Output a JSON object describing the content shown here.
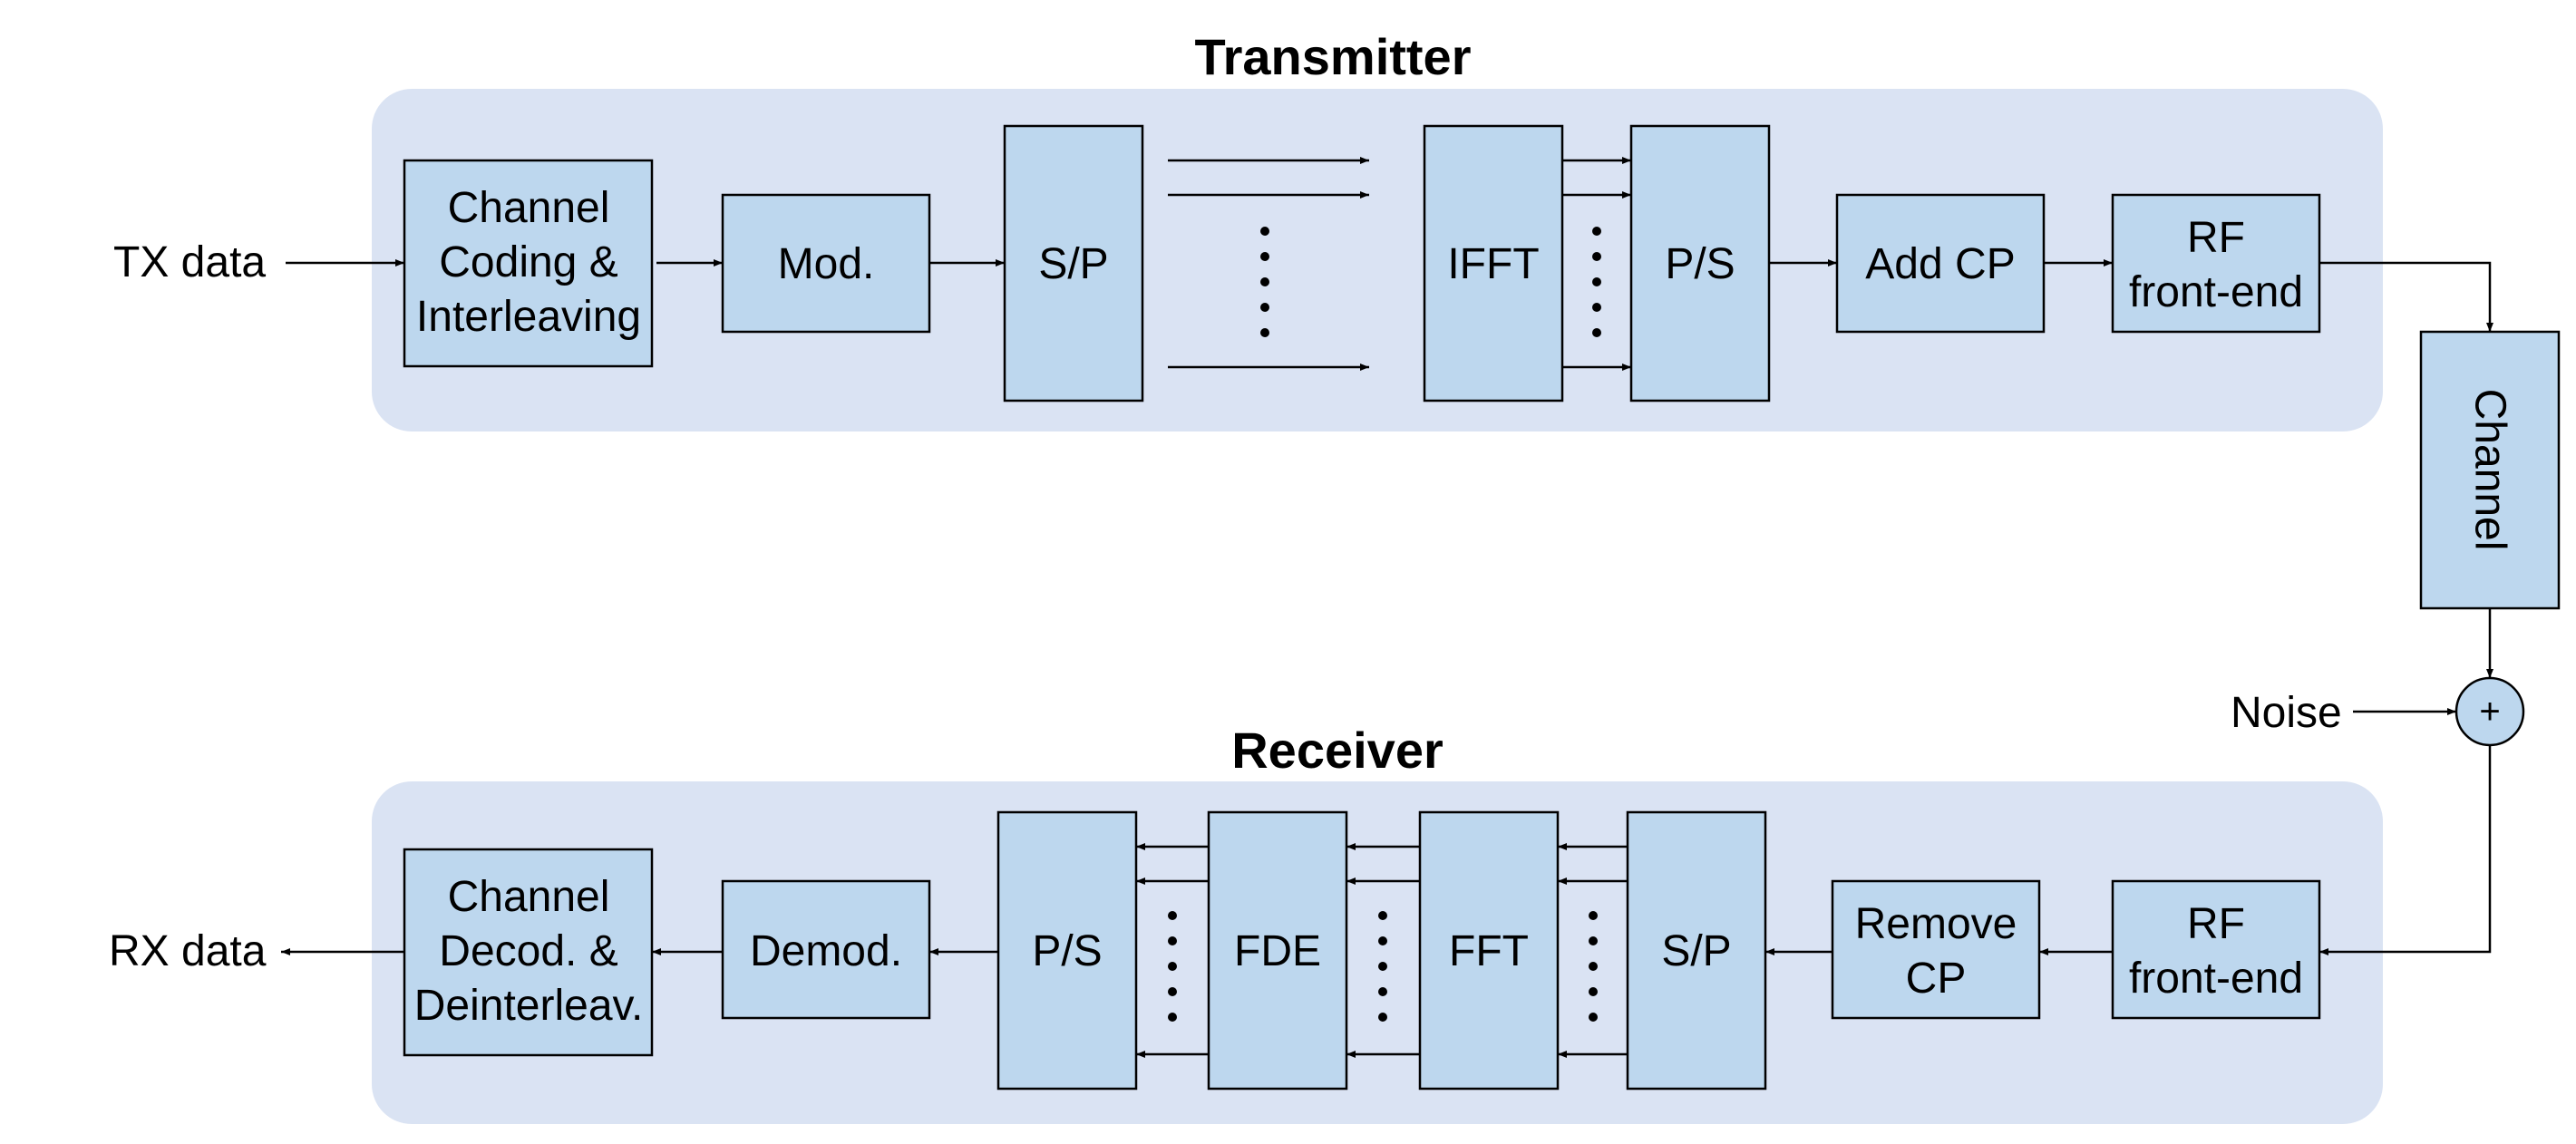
{
  "titles": {
    "transmitter": "Transmitter",
    "receiver": "Receiver"
  },
  "io": {
    "tx_data": "TX data",
    "rx_data": "RX data",
    "noise": "Noise",
    "sum_symbol": "+"
  },
  "transmitter_blocks": {
    "channel_coding": [
      "Channel",
      "Coding &",
      "Interleaving"
    ],
    "mod": "Mod.",
    "sp": "S/P",
    "ifft": "IFFT",
    "ps": "P/S",
    "add_cp": "Add CP",
    "rf": [
      "RF",
      "front-end"
    ]
  },
  "channel": "Channel",
  "receiver_blocks": {
    "channel_decod": [
      "Channel",
      "Decod. &",
      "Deinterleav."
    ],
    "demod": "Demod.",
    "ps": "P/S",
    "fde": "FDE",
    "fft": "FFT",
    "sp": "S/P",
    "remove_cp": [
      "Remove",
      "CP"
    ],
    "rf": [
      "RF",
      "front-end"
    ]
  },
  "colors": {
    "panel": "#dae3f3",
    "block": "#bdd7ee",
    "stroke": "#000000"
  }
}
